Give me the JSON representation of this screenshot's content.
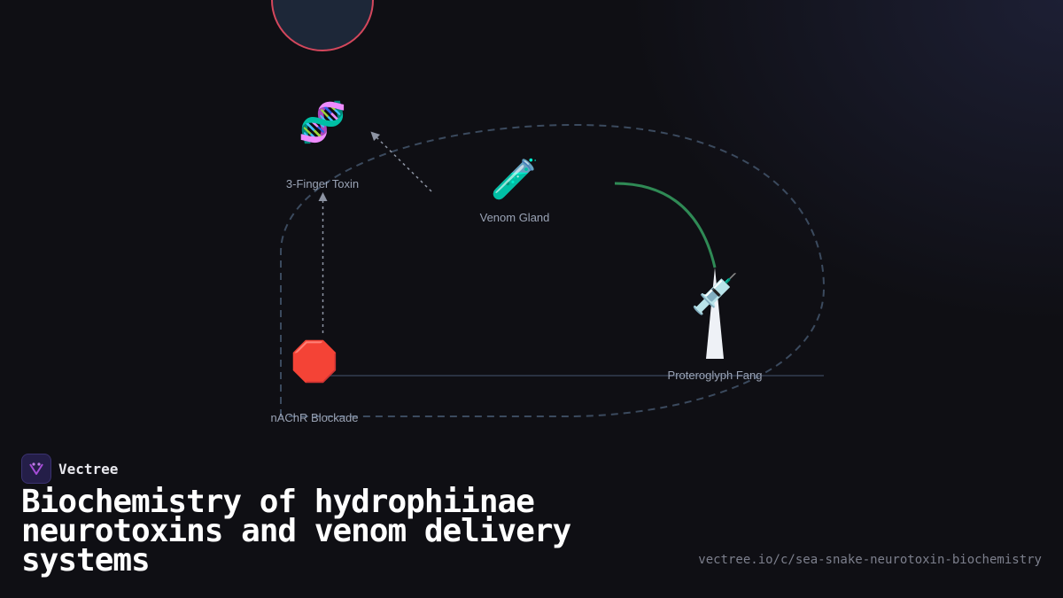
{
  "brand": {
    "name": "Vectree"
  },
  "title": "Biochemistry of hydrophiinae neurotoxins and venom delivery systems",
  "url": "vectree.io/c/sea-snake-neurotoxin-biochemistry",
  "colors": {
    "background": "#0f0f14",
    "label": "#9aa3b5",
    "cycle_dash": "#3b4a5e",
    "arrow": "#8d94a3",
    "green_edge": "#2f8a55",
    "circle_stroke": "#d4475c",
    "circle_fill": "#1d2738",
    "logo_bg": "#241e48",
    "logo_accent": "#a64dd8"
  },
  "nodes": {
    "toxin": {
      "icon": "dna-icon",
      "glyph": "🧬",
      "label": "3-Finger Toxin"
    },
    "gland": {
      "icon": "test-tube-icon",
      "glyph": "🧪",
      "label": "Venom Gland"
    },
    "fang": {
      "icon": "syringe-icon",
      "glyph": "💉",
      "label": "Proteroglyph Fang"
    },
    "blockade": {
      "icon": "stop-sign-icon",
      "glyph": "🛑",
      "label": "nAChR Blockade"
    }
  }
}
